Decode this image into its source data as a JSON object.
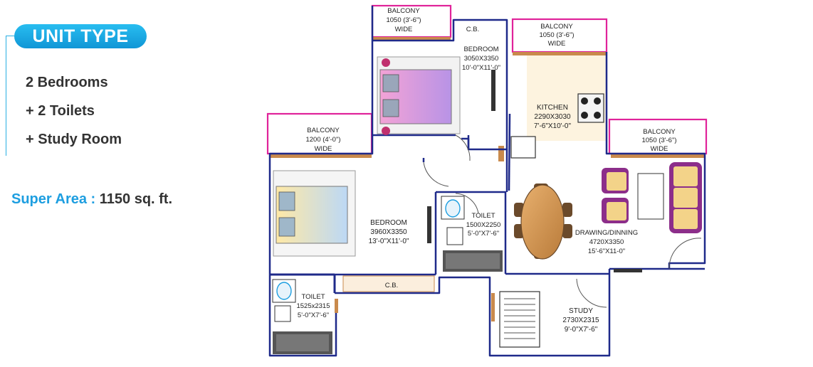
{
  "unit_type": {
    "title": "UNIT TYPE",
    "features": [
      "2 Bedrooms",
      "+ 2 Toilets",
      "+ Study Room"
    ]
  },
  "super_area": {
    "label": "Super Area :",
    "value": "1150 sq. ft."
  },
  "rooms": {
    "balcony_top": [
      "BALCONY",
      "1050 (3'-6\")",
      "WIDE"
    ],
    "cb_top": [
      "C.B."
    ],
    "bedroom_top": [
      "BEDROOM",
      "3050X3350",
      "10'-0\"X11'-0\""
    ],
    "balcony_kitchen": [
      "BALCONY",
      "1050 (3'-6\")",
      "WIDE"
    ],
    "kitchen": [
      "KITCHEN",
      "2290X3030",
      "7'-6\"X10'-0\""
    ],
    "balcony_left": [
      "BALCONY",
      "1200 (4'-0\")",
      "WIDE"
    ],
    "balcony_right": [
      "BALCONY",
      "1050 (3'-6\")",
      "WIDE"
    ],
    "bedroom_main": [
      "BEDROOM",
      "3960X3350",
      "13'-0\"X11'-0\""
    ],
    "toilet_center": [
      "TOILET",
      "1500X2250",
      "5'-0\"X7'-6\""
    ],
    "drawing_dining": [
      "DRAWING/DINNING",
      "4720X3350",
      "15'-6\"X11-0\""
    ],
    "cb_bottom": [
      "C.B."
    ],
    "toilet_left": [
      "TOILET",
      "1525x2315",
      "5'-0\"X7'-6\""
    ],
    "study": [
      "STUDY",
      "2730X2315",
      "9'-0\"X7'-6\""
    ]
  },
  "colors": {
    "wall": "#1f2a8a",
    "balcony": "#e0239a",
    "door_frame": "#c98a4c",
    "accent": "#1d9ee0"
  }
}
